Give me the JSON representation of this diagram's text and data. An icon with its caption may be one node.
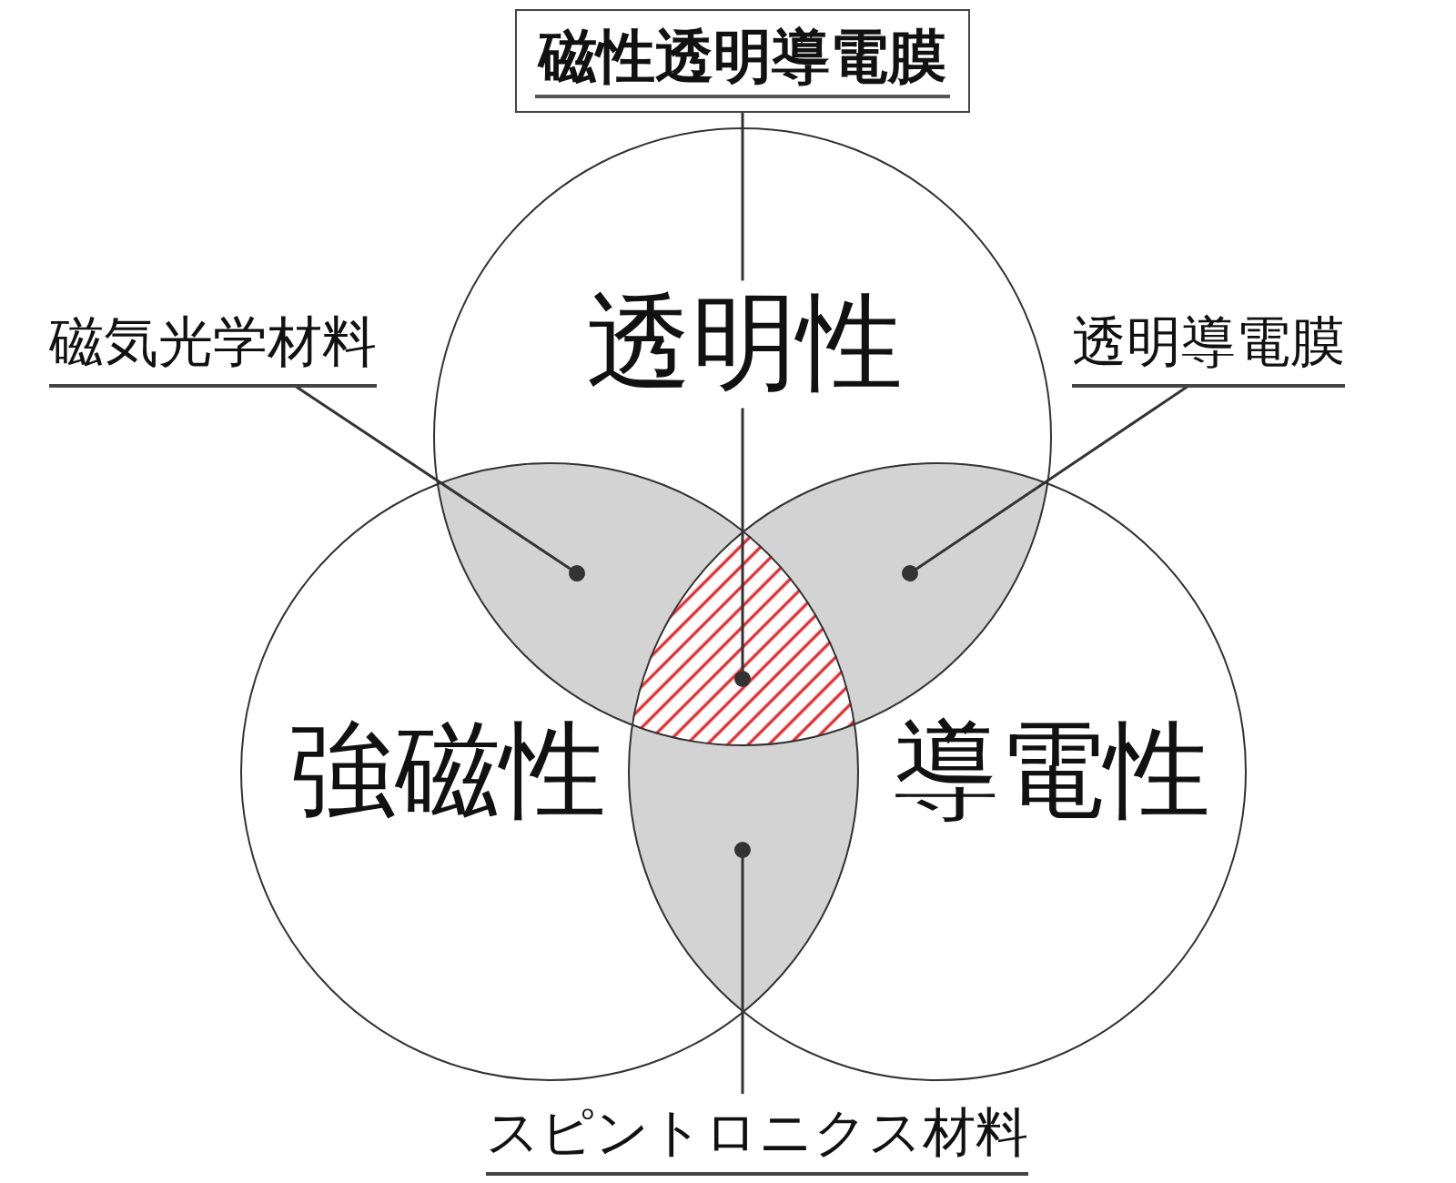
{
  "diagram": {
    "nodes": [
      {
        "text": [
          "磁性透明導電膜"
        ]
      },
      {
        "text": [
          "透明性"
        ]
      },
      {
        "text": [
          "磁気光学材料"
        ]
      },
      {
        "text": [
          "透明導電膜"
        ]
      },
      {
        "text": [],
        "shape": "lens"
      },
      {
        "text": [],
        "shape": "lens"
      },
      {
        "text": [],
        "shape": "triangle"
      },
      {
        "text": [
          "強磁性"
        ]
      },
      {
        "text": [
          "導電性"
        ]
      },
      {
        "text": [],
        "shape": "lens"
      },
      {
        "text": [
          "スピントロニクス材料"
        ]
      }
    ],
    "edges": [
      {
        "from": 0,
        "to": 6,
        "arrow": "other"
      },
      {
        "from": 2,
        "to": 4,
        "arrow": "other"
      },
      {
        "from": 3,
        "to": 5,
        "arrow": "other"
      },
      {
        "from": 10,
        "to": 9,
        "arrow": "other"
      }
    ]
  }
}
